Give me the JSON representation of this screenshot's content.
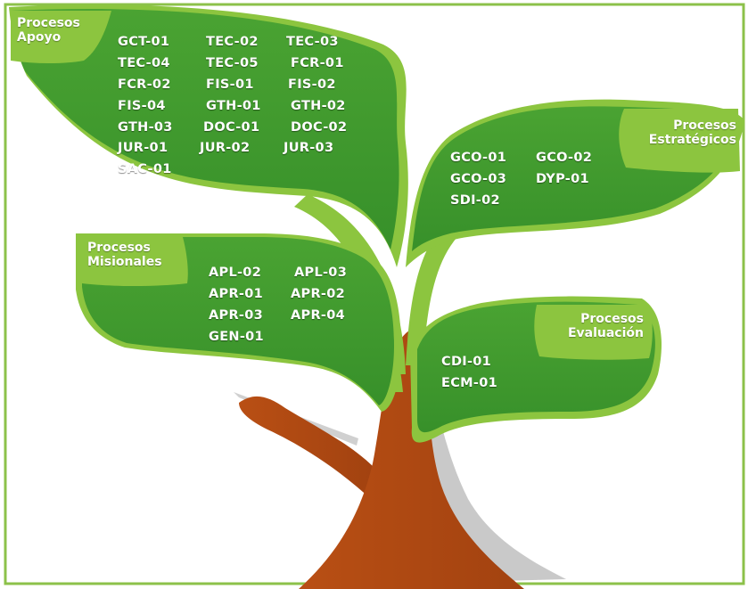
{
  "colors": {
    "leaf_dark": "#3f9a2c",
    "leaf_light": "#8cc53f",
    "trunk": "#b34c14",
    "frame": "#8cc14a",
    "text": "#ffffff"
  },
  "groups": {
    "apoyo": {
      "label_line1": "Procesos",
      "label_line2": "Apoyo",
      "codes": [
        "GCT-01",
        "TEC-02",
        "TEC-03",
        "TEC-04",
        "TEC-05",
        "FCR-01",
        "FCR-02",
        "FIS-01",
        "FIS-02",
        "FIS-04",
        "GTH-01",
        "GTH-02",
        "GTH-03",
        "DOC-01",
        "DOC-02",
        "JUR-01",
        "JUR-02",
        "JUR-03",
        "SAC-01"
      ]
    },
    "estrategicos": {
      "label_line1": "Procesos",
      "label_line2": "Estratégicos",
      "codes": [
        "GCO-01",
        "GCO-02",
        "GCO-03",
        "DYP-01",
        "SDI-02"
      ]
    },
    "misionales": {
      "label_line1": "Procesos",
      "label_line2": "Misionales",
      "codes": [
        "APL-02",
        "APL-03",
        "APR-01",
        "APR-02",
        "APR-03",
        "APR-04",
        "GEN-01"
      ]
    },
    "evaluacion": {
      "label_line1": "Procesos",
      "label_line2": "Evaluación",
      "codes": [
        "CDI-01",
        "ECM-01"
      ]
    }
  }
}
